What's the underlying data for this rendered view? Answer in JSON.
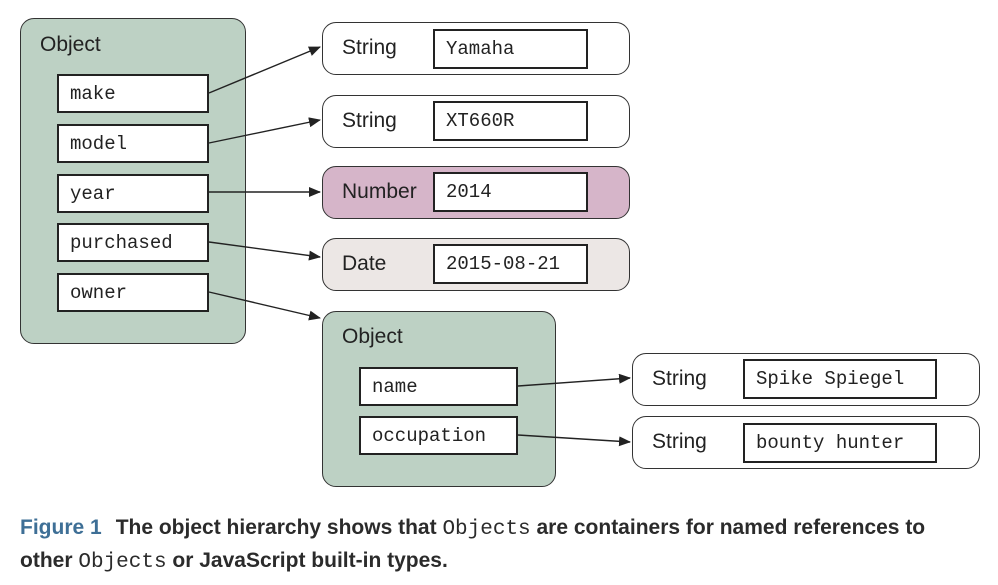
{
  "root": {
    "label": "Object",
    "fields": [
      "make",
      "model",
      "year",
      "purchased",
      "owner"
    ]
  },
  "values": [
    {
      "type": "String",
      "value": "Yamaha"
    },
    {
      "type": "String",
      "value": "XT660R"
    },
    {
      "type": "Number",
      "value": "2014"
    },
    {
      "type": "Date",
      "value": "2015-08-21"
    }
  ],
  "owner": {
    "label": "Object",
    "fields": [
      "name",
      "occupation"
    ],
    "values": [
      {
        "type": "String",
        "value": "Spike Spiegel"
      },
      {
        "type": "String",
        "value": "bounty hunter"
      }
    ]
  },
  "caption": {
    "figure": "Figure 1",
    "part1": "The object hierarchy shows that ",
    "code1": "Objects",
    "part2": " are containers for named references to other ",
    "code2": "Objects",
    "part3": " or JavaScript built-in types."
  },
  "colors": {
    "object_fill": "#bdd1c4",
    "number_fill": "#d6b5c9",
    "date_fill": "#ece7e5",
    "figure_label": "#3e6f96"
  }
}
